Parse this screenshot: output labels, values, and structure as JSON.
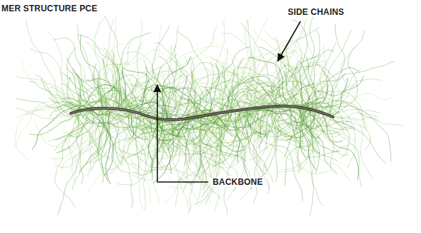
{
  "diagram": {
    "title": "MER STRUCTURE PCE",
    "labels": [
      "SIDE CHAINS",
      "BACKBONE"
    ]
  }
}
